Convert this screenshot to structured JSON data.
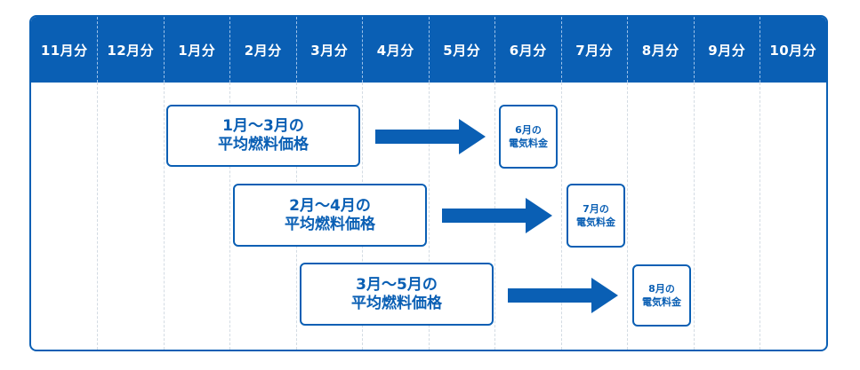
{
  "header": {
    "months": [
      "11月分",
      "12月分",
      "1月分",
      "2月分",
      "3月分",
      "4月分",
      "5月分",
      "6月分",
      "7月分",
      "8月分",
      "9月分",
      "10月分"
    ]
  },
  "rows": [
    {
      "period_line1": "1月～3月の",
      "period_line2": "平均燃料価格",
      "result_line1": "6月の",
      "result_line2": "電気料金"
    },
    {
      "period_line1": "2月～4月の",
      "period_line2": "平均燃料価格",
      "result_line1": "7月の",
      "result_line2": "電気料金"
    },
    {
      "period_line1": "3月～5月の",
      "period_line2": "平均燃料価格",
      "result_line1": "8月の",
      "result_line2": "電気料金"
    }
  ],
  "colors": {
    "primary": "#0a5fb4",
    "divider": "#d3dbe3"
  },
  "icons": {
    "arrow": "right-arrow-icon"
  }
}
